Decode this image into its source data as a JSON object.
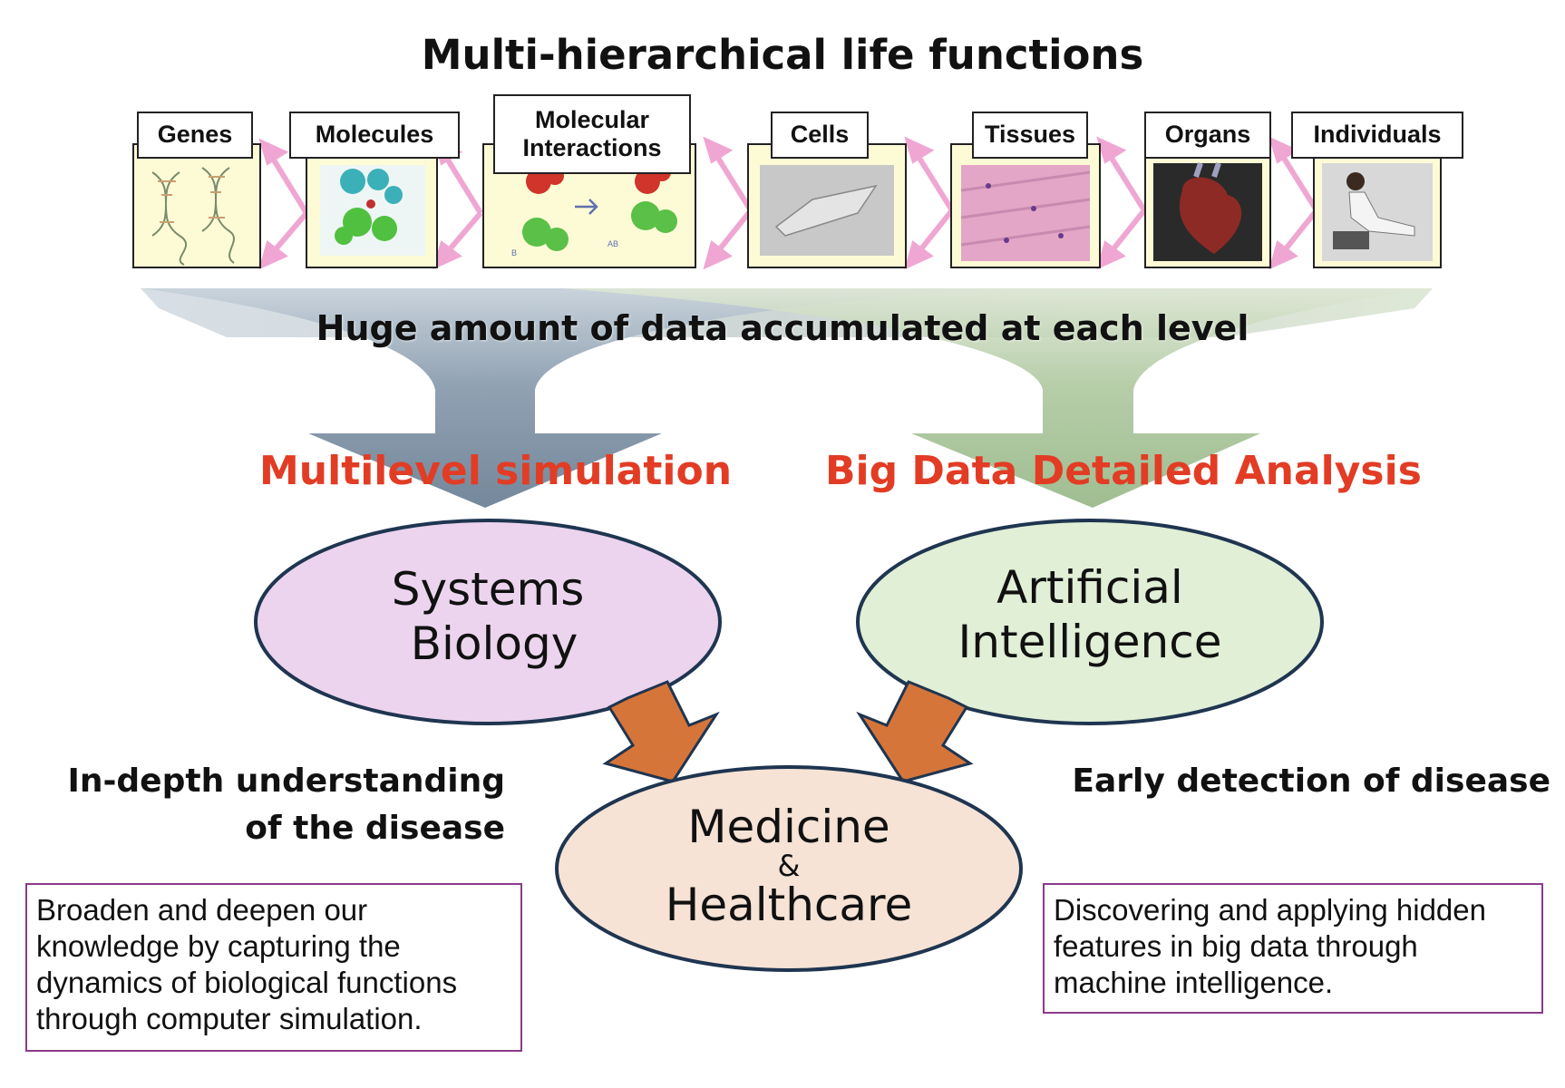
{
  "title": "Multi-hierarchical life functions",
  "levels": [
    {
      "label": "Genes"
    },
    {
      "label": "Molecules"
    },
    {
      "label": "Molecular Interactions"
    },
    {
      "label": "Cells"
    },
    {
      "label": "Tissues"
    },
    {
      "label": "Organs"
    },
    {
      "label": "Individuals"
    }
  ],
  "molecule_labels": {
    "b": "B",
    "ab": "AB"
  },
  "data_banner": "Huge amount of data accumulated at each level",
  "approaches": {
    "left": "Multilevel simulation",
    "right": "Big Data Detailed Analysis"
  },
  "ellipses": {
    "systems_biology": {
      "line1": "Systems",
      "line2": "Biology"
    },
    "ai": {
      "line1": "Artificial",
      "line2": "Intelligence"
    },
    "medicine": {
      "line1": "Medicine",
      "amp": "&",
      "line2": "Healthcare"
    }
  },
  "outcomes": {
    "left_line1": "In-depth understanding",
    "left_line2": "of the disease",
    "right": "Early detection of disease"
  },
  "descriptions": {
    "left": "Broaden and deepen our knowledge by capturing the dynamics of biological functions through computer simulation.",
    "right": "Discovering and applying hidden features in big data through machine intelligence."
  },
  "colors": {
    "title_red": "#e23c25",
    "arrow_pink": "#f0a6d2",
    "funnel_left": "#7b8fa3",
    "funnel_right": "#9ab88a",
    "systems_fill": "#ecd4ee",
    "ai_fill": "#e0efd6",
    "medicine_fill": "#f6e3d6",
    "ellipse_stroke": "#1f3550",
    "orange_arrow": "#d6753a",
    "desc_border": "#8a3a8a"
  }
}
